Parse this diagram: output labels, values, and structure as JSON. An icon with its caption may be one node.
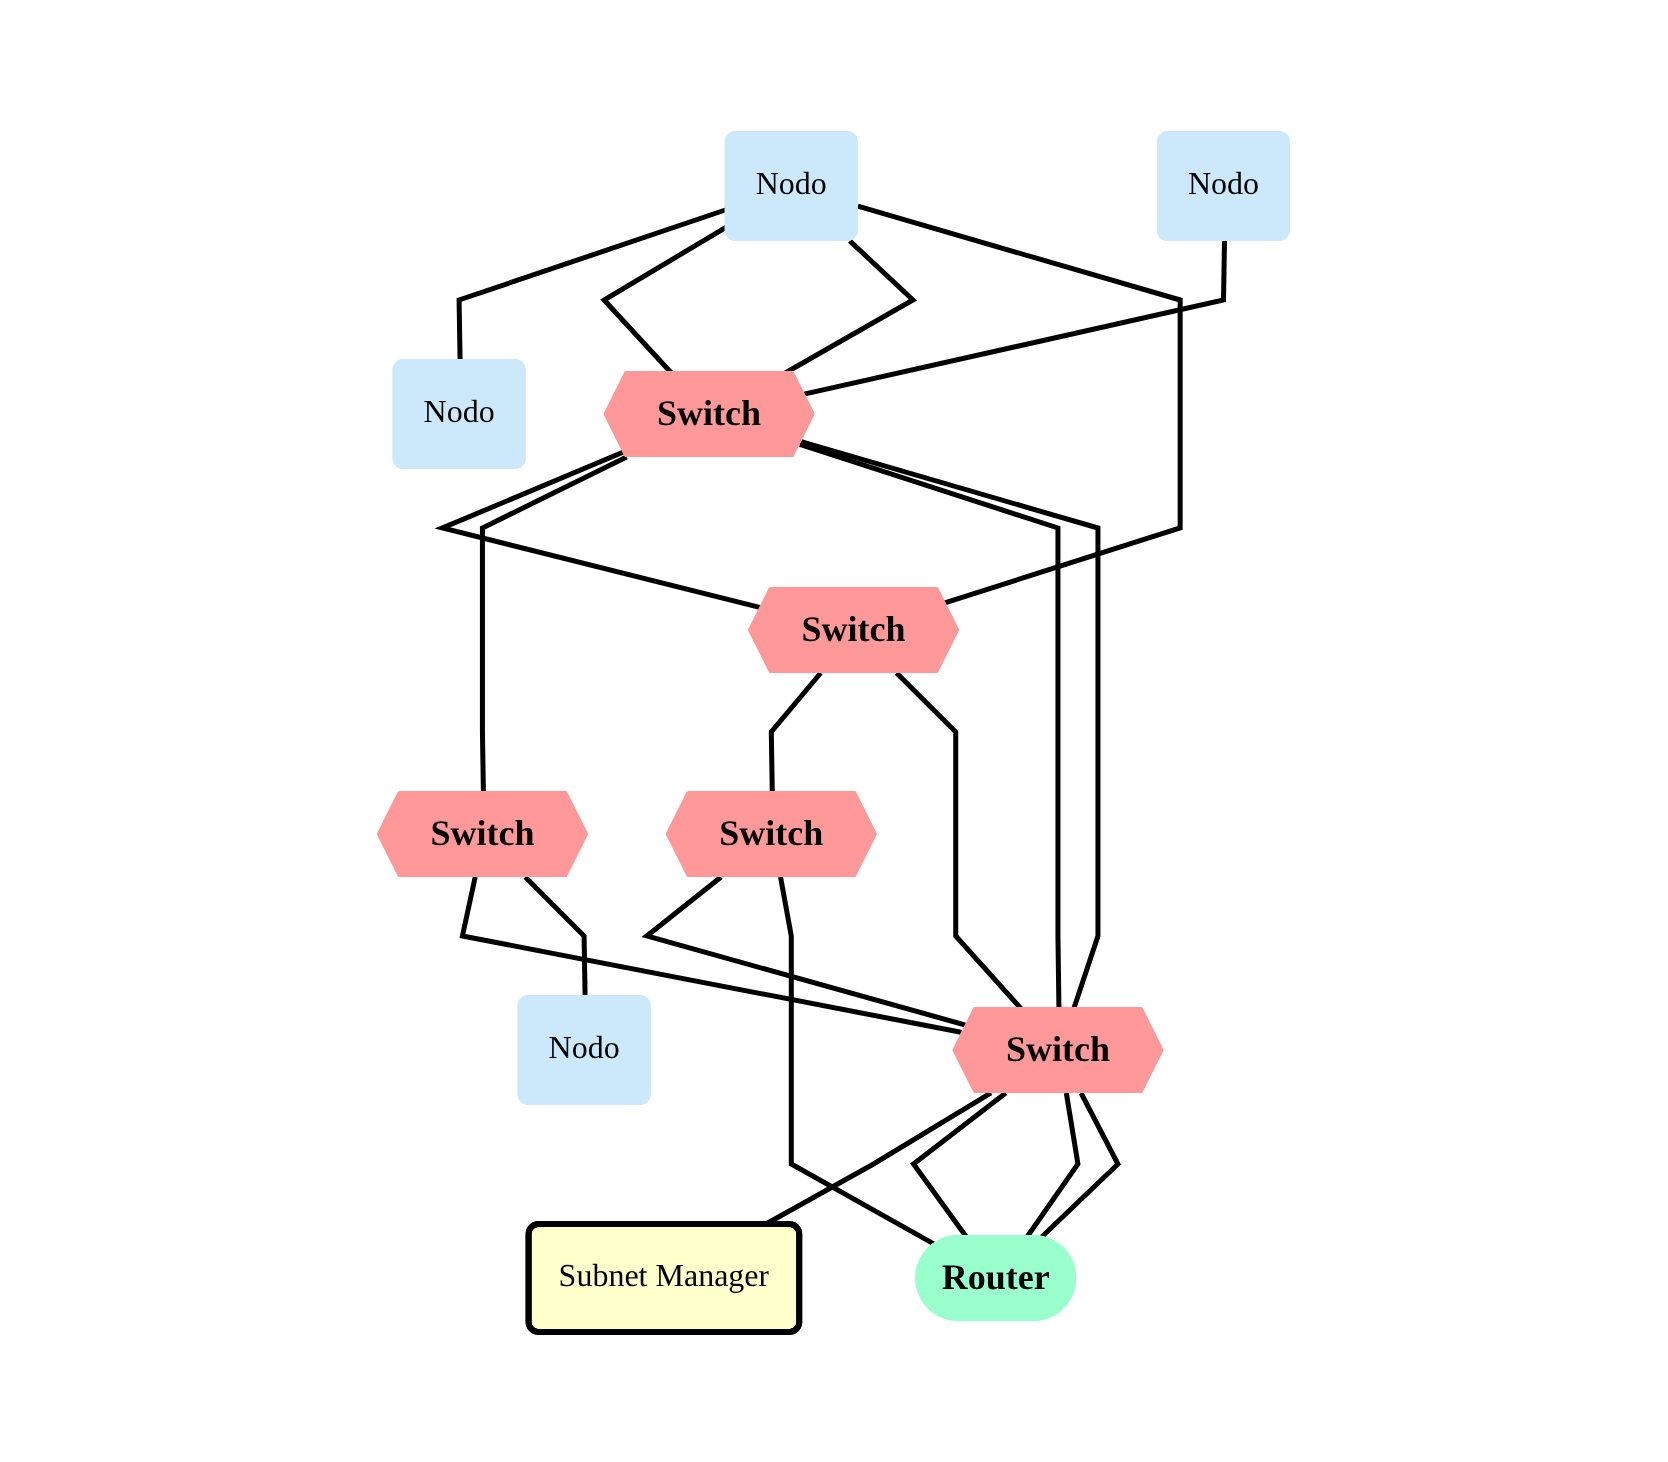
{
  "diagram": {
    "nodes": [
      {
        "text": [
          "Nodo"
        ]
      },
      {
        "text": [
          "Nodo"
        ]
      },
      {
        "text": [
          "Nodo"
        ]
      },
      {
        "text": [
          "Switch"
        ]
      },
      {
        "text": [
          "Switch"
        ]
      },
      {
        "text": [
          "Switch"
        ]
      },
      {
        "text": [
          "Switch"
        ]
      },
      {
        "text": [
          "Switch"
        ]
      },
      {
        "text": [
          "Nodo"
        ]
      },
      {
        "text": [
          "Subnet Manager"
        ]
      },
      {
        "text": [
          "Router"
        ]
      }
    ],
    "edges": [
      {
        "from": 0,
        "to": 1,
        "arrow": "none"
      },
      {
        "from": 0,
        "to": 3,
        "arrow": "none"
      },
      {
        "from": 0,
        "to": 3,
        "arrow": "none"
      },
      {
        "from": 0,
        "to": 4,
        "arrow": "none"
      },
      {
        "from": 2,
        "to": 3,
        "arrow": "none"
      },
      {
        "from": 3,
        "to": 4,
        "arrow": "none"
      },
      {
        "from": 3,
        "to": 6,
        "arrow": "none"
      },
      {
        "from": 3,
        "to": 7,
        "arrow": "none"
      },
      {
        "from": 3,
        "to": 7,
        "arrow": "none"
      },
      {
        "from": 4,
        "to": 5,
        "arrow": "none"
      },
      {
        "from": 4,
        "to": 7,
        "arrow": "none"
      },
      {
        "from": 5,
        "to": 7,
        "arrow": "none"
      },
      {
        "from": 5,
        "to": 10,
        "arrow": "none"
      },
      {
        "from": 6,
        "to": 7,
        "arrow": "none"
      },
      {
        "from": 6,
        "to": 8,
        "arrow": "none"
      },
      {
        "from": 7,
        "to": 9,
        "arrow": "none"
      },
      {
        "from": 7,
        "to": 10,
        "arrow": "none"
      },
      {
        "from": 7,
        "to": 10,
        "arrow": "none"
      },
      {
        "from": 7,
        "to": 10,
        "arrow": "none"
      }
    ]
  }
}
